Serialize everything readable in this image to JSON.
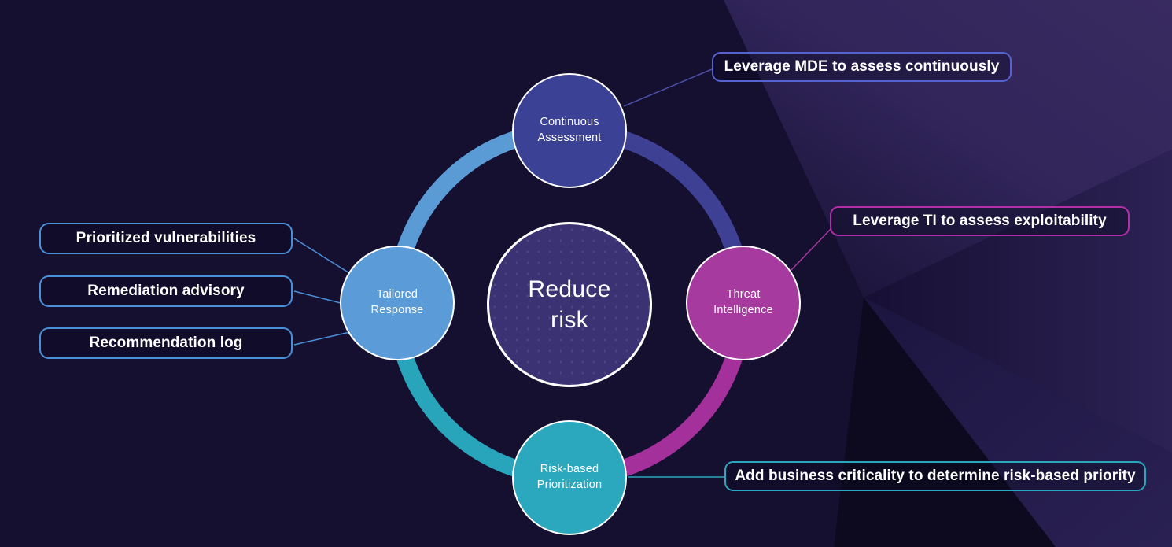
{
  "center": {
    "label": "Reduce risk",
    "fill": "#3b3273",
    "border_color": "#ffffff"
  },
  "nodes": [
    {
      "id": "continuous-assessment",
      "label": "Continuous Assessment",
      "fill": "#3b4194",
      "position": "top"
    },
    {
      "id": "threat-intelligence",
      "label": "Threat Intelligence",
      "fill": "#a73a9e",
      "position": "right"
    },
    {
      "id": "risk-based-prioritization",
      "label": "Risk-based Prioritization",
      "fill": "#2ba8bd",
      "position": "bottom"
    },
    {
      "id": "tailored-response",
      "label": "Tailored Response",
      "fill": "#5b9bd8",
      "position": "left"
    }
  ],
  "ring": {
    "segments": [
      {
        "from": "tailored-response",
        "to": "continuous-assessment",
        "color": "#5b9bd5"
      },
      {
        "from": "continuous-assessment",
        "to": "threat-intelligence",
        "color": "#3e4094"
      },
      {
        "from": "threat-intelligence",
        "to": "risk-based-prioritization",
        "color": "#a3309b"
      },
      {
        "from": "risk-based-prioritization",
        "to": "tailored-response",
        "color": "#28a5ba"
      }
    ]
  },
  "callouts": {
    "continuous_assessment": {
      "label": "Leverage MDE to assess continuously",
      "border_color": "#5562cf"
    },
    "threat_intelligence": {
      "label": "Leverage TI to assess exploitability",
      "border_color": "#b32fa8"
    },
    "risk_based": {
      "label": "Add business criticality to determine risk-based priority",
      "border_color": "#2aa7bc"
    },
    "tailored_response": {
      "border_color": "#4a90d9",
      "items": [
        {
          "label": "Prioritized vulnerabilities"
        },
        {
          "label": "Remediation advisory"
        },
        {
          "label": "Recommendation log"
        }
      ]
    }
  },
  "colors": {
    "background_base": "#150f30",
    "background_facet_light": "#382b60",
    "background_facet_mid": "#2c2254",
    "background_facet_dark": "#0d0a20",
    "text": "#ffffff"
  }
}
